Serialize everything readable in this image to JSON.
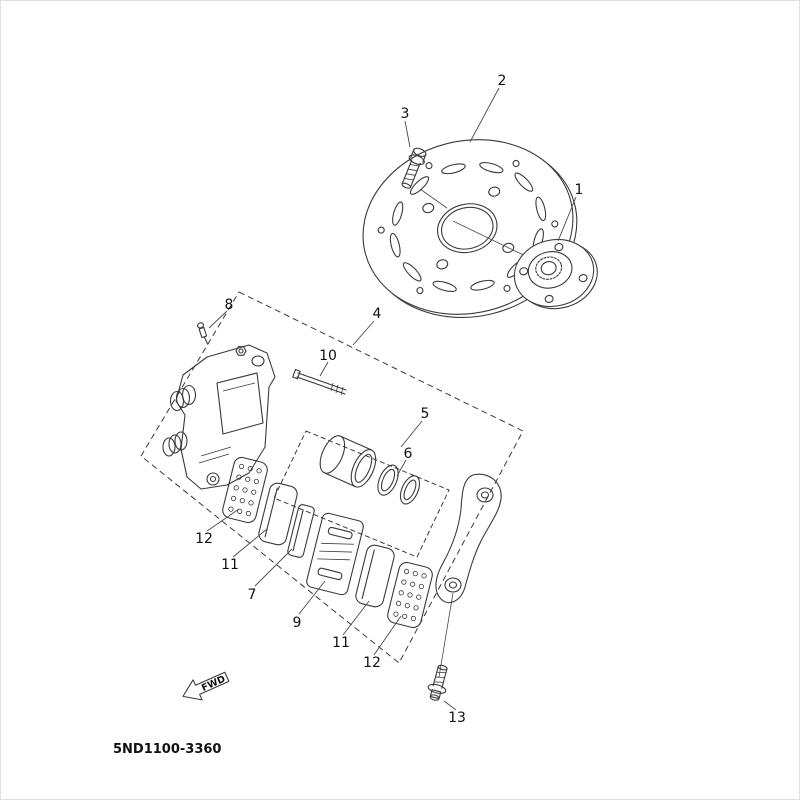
{
  "diagram": {
    "code": "5ND1100-3360",
    "fwd_label": "FWD",
    "callouts": [
      {
        "label": "1"
      },
      {
        "label": "2"
      },
      {
        "label": "3"
      },
      {
        "label": "4"
      },
      {
        "label": "5"
      },
      {
        "label": "6"
      },
      {
        "label": "7"
      },
      {
        "label": "8"
      },
      {
        "label": "9"
      },
      {
        "label": "10"
      },
      {
        "label": "11"
      },
      {
        "label": "12"
      },
      {
        "label": "11"
      },
      {
        "label": "12"
      },
      {
        "label": "13"
      }
    ]
  }
}
